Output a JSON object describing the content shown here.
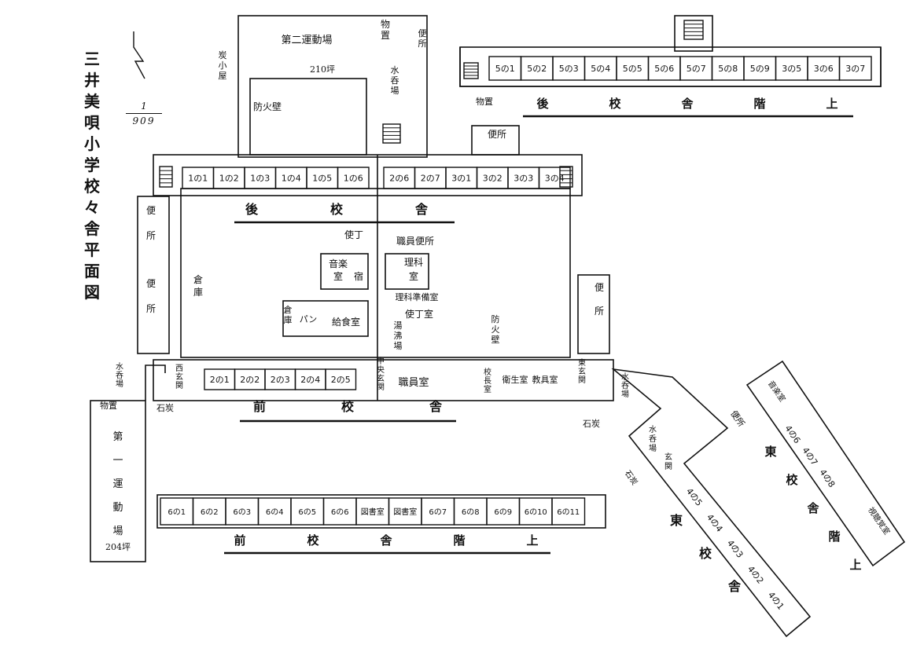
{
  "title": "三井美唄小学校々舎平面図",
  "scale": {
    "numerator": "1",
    "denominator": "909"
  },
  "fields": {
    "second": "第二運動場",
    "second_area": "210坪",
    "first": "第一運動場",
    "first_area": "204坪"
  },
  "firewall": "防火壁",
  "charcoal_shed": "炭小屋",
  "storage": "物置",
  "toilet": "便所",
  "washroom": "水呑場",
  "coal": "石炭",
  "wings": {
    "rear": [
      "後",
      "校",
      "舎"
    ],
    "front": [
      "前",
      "校",
      "舎"
    ],
    "rear_upper": [
      "後",
      "校",
      "舎",
      "階",
      "上"
    ],
    "front_upper": [
      "前",
      "校",
      "舎",
      "階",
      "上"
    ],
    "east": [
      "東",
      "校",
      "舎"
    ],
    "east_upper": [
      "東",
      "校",
      "舎",
      "階",
      "上"
    ]
  },
  "rooms": {
    "rear_upper": [
      "5の1",
      "5の2",
      "5の3",
      "5の4",
      "5の5",
      "5の6",
      "5の7",
      "5の8",
      "5の9",
      "3の5",
      "3の6",
      "3の7"
    ],
    "rear_left": [
      "1の1",
      "1の2",
      "1の3",
      "1の4",
      "1の5",
      "1の6"
    ],
    "rear_right": [
      "2の6",
      "2の7",
      "3の1",
      "3の2",
      "3の3",
      "3の4"
    ],
    "front_left": [
      "2の1",
      "2の2",
      "2の3",
      "2の4",
      "2の5"
    ],
    "front_upper": [
      "6の1",
      "6の2",
      "6の3",
      "6の4",
      "6の5",
      "6の6",
      "図書室",
      "図書室",
      "6の7",
      "6の8",
      "6の9",
      "6の10",
      "6の11"
    ],
    "east_lower": [
      "4の5",
      "4の4",
      "4の3",
      "4の2",
      "4の1"
    ],
    "east_upper": [
      "4の6",
      "4の7",
      "4の8"
    ]
  },
  "labels": {
    "staff_room": "職員室",
    "principal": "校長室",
    "health": "衛生室",
    "equipment": "教具室",
    "music": "音楽室",
    "night_duty": "宿",
    "janitor": "使丁",
    "science": "理科室",
    "science_prep": "理科準備室",
    "janitor_room": "使丁室",
    "hot_water": "湯沸場",
    "staff_toilet": "職員便所",
    "warehouse": "倉庫",
    "bread": "パン",
    "kitchen": "給食室",
    "central_entrance": "中央玄関",
    "west_entrance": "西玄関",
    "east_entrance": "東玄関",
    "entrance": "玄関",
    "music_room": "音楽室",
    "audio_visual": "視聴覚室"
  }
}
